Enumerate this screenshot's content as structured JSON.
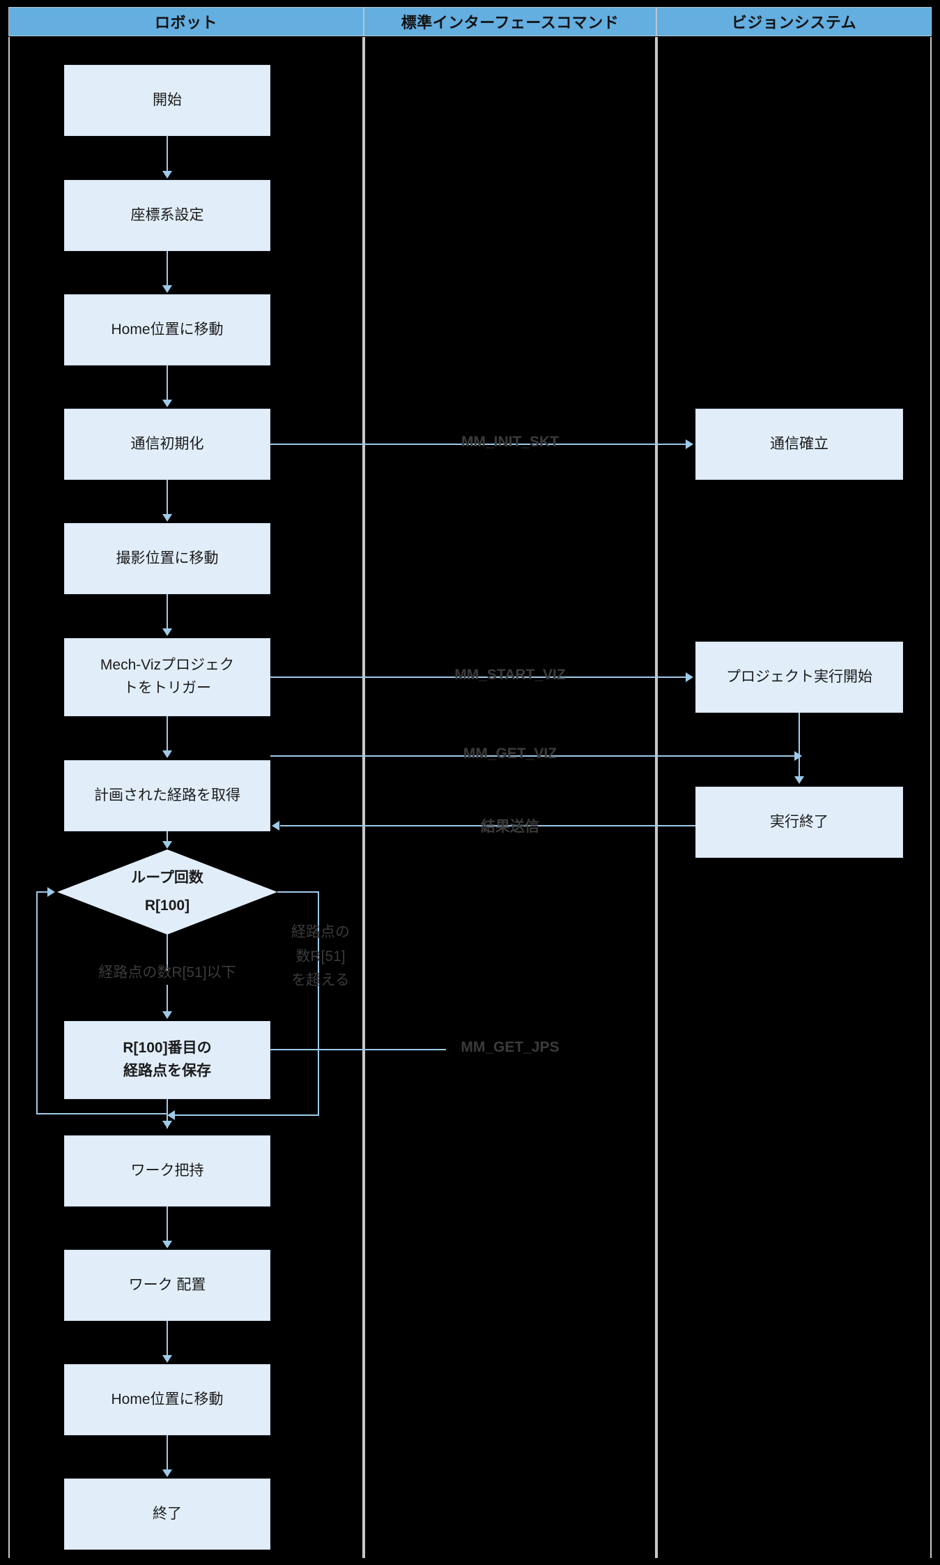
{
  "lanes": [
    {
      "id": "robot",
      "title": "ロボット"
    },
    {
      "id": "command",
      "title": "標準インターフェースコマンド"
    },
    {
      "id": "vision",
      "title": "ビジョンシステム"
    }
  ],
  "colors": {
    "header_bg": "#64aee0",
    "node_bg": "#e1eefa",
    "node_border": "#cfdced",
    "connector": "#9ecbe8",
    "lane_divider": "#c8c8c8",
    "canvas": "#000000",
    "text": "#1b1b1b",
    "label_text": "#3b3b3b"
  },
  "robot_nodes": [
    {
      "id": "start",
      "lines": [
        "開始"
      ],
      "bold": false
    },
    {
      "id": "set-coordinate-system",
      "lines": [
        "座標系設定"
      ],
      "bold": false
    },
    {
      "id": "move-home-1",
      "lines": [
        "Home位置に移動"
      ],
      "bold": false
    },
    {
      "id": "init-communication",
      "lines": [
        "通信初期化"
      ],
      "bold": false
    },
    {
      "id": "move-capture-pose",
      "lines": [
        "撮影位置に移動"
      ],
      "bold": false
    },
    {
      "id": "trigger-mechviz",
      "lines": [
        "Mech-Vizプロジェク",
        "トをトリガー"
      ],
      "bold": false
    },
    {
      "id": "get-planned-path",
      "lines": [
        "計画された経路を取得"
      ],
      "bold": false
    },
    {
      "id": "save-waypoint",
      "lines": [
        "R[100]番目の",
        "経路点を保存"
      ],
      "bold": true
    },
    {
      "id": "pick-workpiece",
      "lines": [
        "ワーク把持"
      ],
      "bold": false
    },
    {
      "id": "place-workpiece",
      "lines": [
        "ワーク 配置"
      ],
      "bold": false
    },
    {
      "id": "move-home-2",
      "lines": [
        "Home位置に移動"
      ],
      "bold": false
    },
    {
      "id": "end",
      "lines": [
        "終了"
      ],
      "bold": false
    }
  ],
  "decision": {
    "id": "loop-count",
    "lines": [
      "ループ回数",
      "R[100]"
    ],
    "branch_false": "経路点の数R[51]以下",
    "branch_true_lines": [
      "経路点の",
      "数R[51]",
      "を超える"
    ]
  },
  "vision_nodes": [
    {
      "id": "communication-established",
      "lines": [
        "通信確立"
      ]
    },
    {
      "id": "project-execution-start",
      "lines": [
        "プロジェクト実行開始"
      ]
    },
    {
      "id": "execution-finished",
      "lines": [
        "実行終了"
      ]
    }
  ],
  "commands": [
    {
      "id": "mm-init-skt",
      "label": "MM_INIT_SKT"
    },
    {
      "id": "mm-start-viz",
      "label": "MM_START_VIZ"
    },
    {
      "id": "mm-get-viz",
      "label": "MM_GET_VIZ"
    },
    {
      "id": "mm-get-jps",
      "label": "MM_GET_JPS"
    },
    {
      "id": "send-result",
      "label": "結果送信"
    }
  ]
}
